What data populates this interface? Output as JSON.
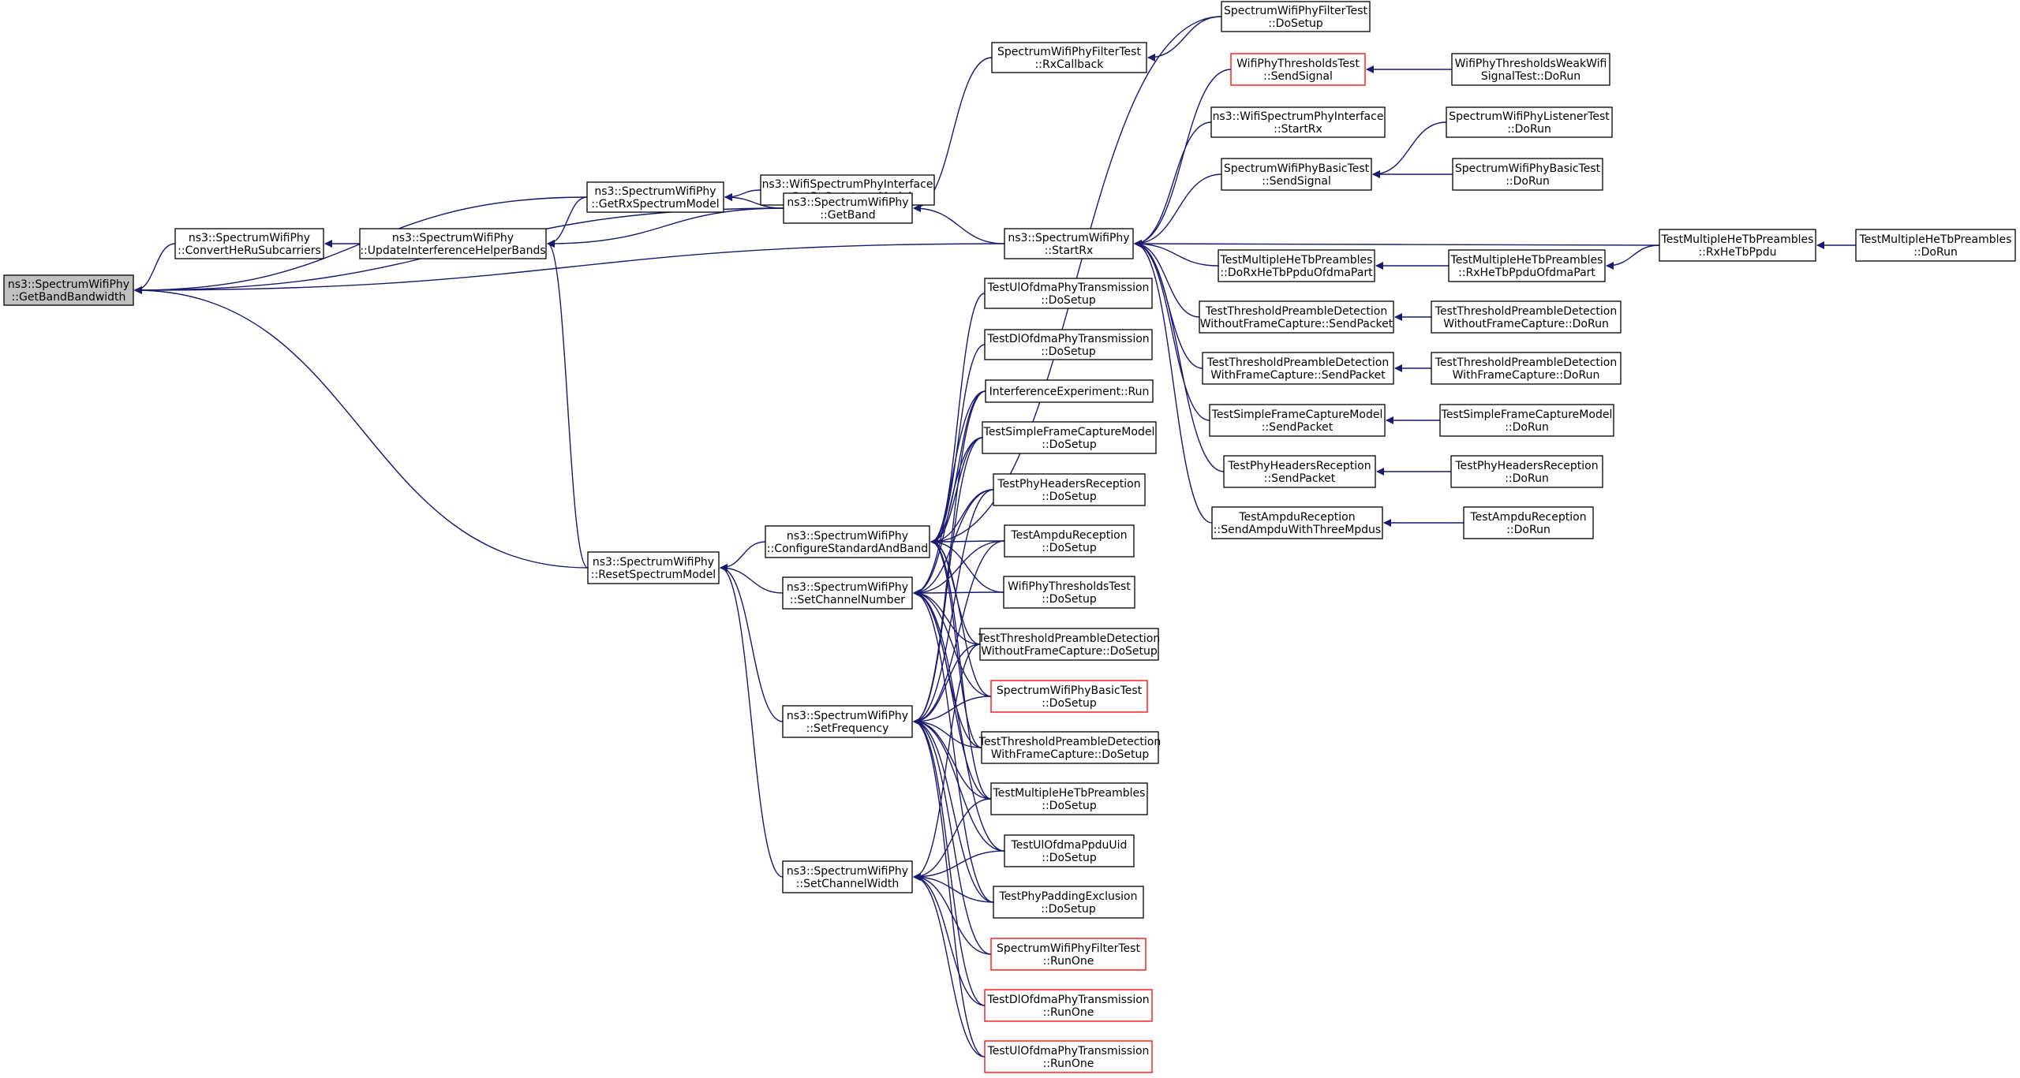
{
  "colors": {
    "edge": "#191970",
    "box_border": "#000000",
    "truncated_border": "#ff0000",
    "root_fill": "#bfbfbf",
    "background": "#ffffff"
  },
  "nodes": {
    "root": {
      "lines": [
        "ns3::SpectrumWifiPhy",
        "::GetBandBandwidth"
      ]
    },
    "convHe": {
      "lines": [
        "ns3::SpectrumWifiPhy",
        "::ConvertHeRuSubcarriers"
      ]
    },
    "updIntf": {
      "lines": [
        "ns3::SpectrumWifiPhy",
        "::UpdateInterferenceHelperBands"
      ]
    },
    "getRxSM": {
      "lines": [
        "ns3::SpectrumWifiPhy",
        "::GetRxSpectrumModel"
      ]
    },
    "ifGetRx": {
      "lines": [
        "ns3::WifiSpectrumPhyInterface",
        "::GetRxSpectrumModel"
      ]
    },
    "getBand": {
      "lines": [
        "ns3::SpectrumWifiPhy",
        "::GetBand"
      ]
    },
    "filtRxCb": {
      "lines": [
        "SpectrumWifiPhyFilterTest",
        "::RxCallback"
      ]
    },
    "filtSetup": {
      "lines": [
        "SpectrumWifiPhyFilterTest",
        "::DoSetup"
      ]
    },
    "startRx": {
      "lines": [
        "ns3::SpectrumWifiPhy",
        "::StartRx"
      ]
    },
    "thrSend": {
      "lines": [
        "WifiPhyThresholdsTest",
        "::SendSignal"
      ]
    },
    "thrWeak": {
      "lines": [
        "WifiPhyThresholdsWeakWifi",
        "SignalTest::DoRun"
      ]
    },
    "ifStartRx": {
      "lines": [
        "ns3::WifiSpectrumPhyInterface",
        "::StartRx"
      ]
    },
    "basicSend": {
      "lines": [
        "SpectrumWifiPhyBasicTest",
        "::SendSignal"
      ]
    },
    "listRun": {
      "lines": [
        "SpectrumWifiPhyListenerTest",
        "::DoRun"
      ]
    },
    "basicRun": {
      "lines": [
        "SpectrumWifiPhyBasicTest",
        "::DoRun"
      ]
    },
    "mhDoRx": {
      "lines": [
        "TestMultipleHeTbPreambles",
        "::DoRxHeTbPpduOfdmaPart"
      ]
    },
    "mhRxOf": {
      "lines": [
        "TestMultipleHeTbPreambles",
        "::RxHeTbPpduOfdmaPart"
      ]
    },
    "mhRxHe": {
      "lines": [
        "TestMultipleHeTbPreambles",
        "::RxHeTbPpdu"
      ]
    },
    "mhRun": {
      "lines": [
        "TestMultipleHeTbPreambles",
        "::DoRun"
      ]
    },
    "tpdWoSend": {
      "lines": [
        "TestThresholdPreambleDetection",
        "WithoutFrameCapture::SendPacket"
      ]
    },
    "tpdWoRun": {
      "lines": [
        "TestThresholdPreambleDetection",
        "WithoutFrameCapture::DoRun"
      ]
    },
    "tpdWSend": {
      "lines": [
        "TestThresholdPreambleDetection",
        "WithFrameCapture::SendPacket"
      ]
    },
    "tpdWRun": {
      "lines": [
        "TestThresholdPreambleDetection",
        "WithFrameCapture::DoRun"
      ]
    },
    "sfcSend": {
      "lines": [
        "TestSimpleFrameCaptureModel",
        "::SendPacket"
      ]
    },
    "sfcRun": {
      "lines": [
        "TestSimpleFrameCaptureModel",
        "::DoRun"
      ]
    },
    "phrSend": {
      "lines": [
        "TestPhyHeadersReception",
        "::SendPacket"
      ]
    },
    "phrRun": {
      "lines": [
        "TestPhyHeadersReception",
        "::DoRun"
      ]
    },
    "ampSend": {
      "lines": [
        "TestAmpduReception",
        "::SendAmpduWithThreeMpdus"
      ]
    },
    "ampRun": {
      "lines": [
        "TestAmpduReception",
        "::DoRun"
      ]
    },
    "resetSM": {
      "lines": [
        "ns3::SpectrumWifiPhy",
        "::ResetSpectrumModel"
      ]
    },
    "cfgStd": {
      "lines": [
        "ns3::SpectrumWifiPhy",
        "::ConfigureStandardAndBand"
      ]
    },
    "setChN": {
      "lines": [
        "ns3::SpectrumWifiPhy",
        "::SetChannelNumber"
      ]
    },
    "setFreq": {
      "lines": [
        "ns3::SpectrumWifiPhy",
        "::SetFrequency"
      ]
    },
    "setChW": {
      "lines": [
        "ns3::SpectrumWifiPhy",
        "::SetChannelWidth"
      ]
    },
    "ulTxSet": {
      "lines": [
        "TestUlOfdmaPhyTransmission",
        "::DoSetup"
      ]
    },
    "dlTxSet": {
      "lines": [
        "TestDlOfdmaPhyTransmission",
        "::DoSetup"
      ]
    },
    "intfRun": {
      "lines": [
        "InterferenceExperiment::Run"
      ]
    },
    "sfcSet": {
      "lines": [
        "TestSimpleFrameCaptureModel",
        "::DoSetup"
      ]
    },
    "phrSet": {
      "lines": [
        "TestPhyHeadersReception",
        "::DoSetup"
      ]
    },
    "ampSet": {
      "lines": [
        "TestAmpduReception",
        "::DoSetup"
      ]
    },
    "thrSet": {
      "lines": [
        "WifiPhyThresholdsTest",
        "::DoSetup"
      ]
    },
    "tpdWoSet": {
      "lines": [
        "TestThresholdPreambleDetection",
        "WithoutFrameCapture::DoSetup"
      ]
    },
    "basicSet": {
      "lines": [
        "SpectrumWifiPhyBasicTest",
        "::DoSetup"
      ]
    },
    "tpdWSet": {
      "lines": [
        "TestThresholdPreambleDetection",
        "WithFrameCapture::DoSetup"
      ]
    },
    "mhSet": {
      "lines": [
        "TestMultipleHeTbPreambles",
        "::DoSetup"
      ]
    },
    "ulUidSet": {
      "lines": [
        "TestUlOfdmaPpduUid",
        "::DoSetup"
      ]
    },
    "padSet": {
      "lines": [
        "TestPhyPaddingExclusion",
        "::DoSetup"
      ]
    },
    "filtRun1": {
      "lines": [
        "SpectrumWifiPhyFilterTest",
        "::RunOne"
      ]
    },
    "dlRun1": {
      "lines": [
        "TestDlOfdmaPhyTransmission",
        "::RunOne"
      ]
    },
    "ulRun1": {
      "lines": [
        "TestUlOfdmaPhyTransmission",
        "::RunOne"
      ]
    }
  }
}
